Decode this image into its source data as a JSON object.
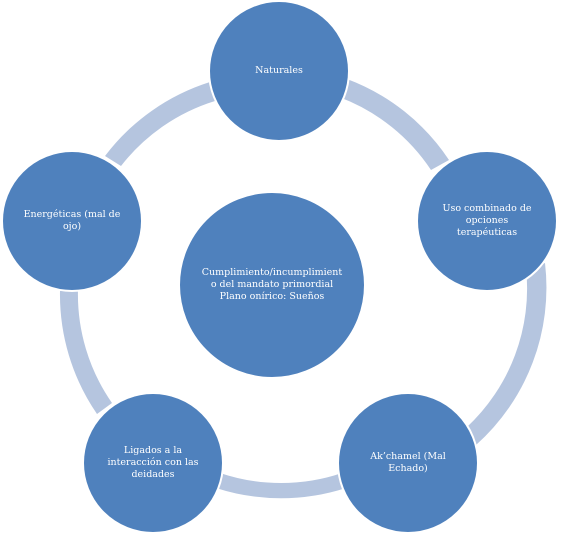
{
  "diagram": {
    "center": {
      "label": "Cumplimiento/incumplimient\no del mandato primordial\nPlano onírico: Sueños"
    },
    "nodes": [
      {
        "id": "naturales",
        "label": "Naturales"
      },
      {
        "id": "uso-combinado",
        "label": "Uso combinado de\nopciones\nterapéuticas"
      },
      {
        "id": "akchamel",
        "label": "Ak’chamel (Mal\nEchado)"
      },
      {
        "id": "ligados-deidades",
        "label": "Ligados a la\ninteracción con las\ndeidades"
      },
      {
        "id": "energeticas",
        "label": "Energéticas (mal de\nojo)"
      }
    ]
  },
  "colors": {
    "circle_fill": "#4f81bd",
    "circle_stroke": "#ffffff",
    "arc_fill": "#b5c5df",
    "text": "#ffffff",
    "background": "#ffffff"
  }
}
